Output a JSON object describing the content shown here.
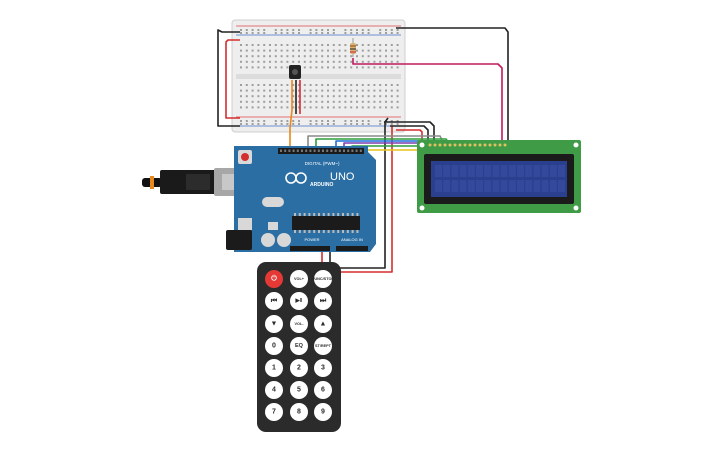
{
  "arduino": {
    "brand": "ARDUINO",
    "model": "UNO",
    "digital_label": "DIGITAL (PWM~)",
    "power_label": "POWER",
    "analog_label": "ANALOG IN",
    "board_color": "#2b6ea3"
  },
  "lcd": {
    "board_color": "#3f9b46",
    "screen_color": "#2b3f8f"
  },
  "remote": {
    "body_color": "#2b2b2b",
    "power_color": "#e53935",
    "buttons": [
      {
        "id": "power",
        "label": "⏻"
      },
      {
        "id": "vol-up",
        "label": "VOL+"
      },
      {
        "id": "func-stop",
        "label": "FUNC/STOP"
      },
      {
        "id": "prev",
        "label": "⏮"
      },
      {
        "id": "play-pause",
        "label": "▶‖"
      },
      {
        "id": "next",
        "label": "⏭"
      },
      {
        "id": "down",
        "label": "▼"
      },
      {
        "id": "vol-down",
        "label": "VOL-"
      },
      {
        "id": "up",
        "label": "▲"
      },
      {
        "id": "zero",
        "label": "0"
      },
      {
        "id": "eq",
        "label": "EQ"
      },
      {
        "id": "st-rept",
        "label": "ST/REPT"
      },
      {
        "id": "one",
        "label": "1"
      },
      {
        "id": "two",
        "label": "2"
      },
      {
        "id": "three",
        "label": "3"
      },
      {
        "id": "four",
        "label": "4"
      },
      {
        "id": "five",
        "label": "5"
      },
      {
        "id": "six",
        "label": "6"
      },
      {
        "id": "seven",
        "label": "7"
      },
      {
        "id": "eight",
        "label": "8"
      },
      {
        "id": "nine",
        "label": "9"
      }
    ]
  },
  "wire_colors": {
    "black": "#222222",
    "red": "#d32f2f",
    "magenta": "#c2185b",
    "orange": "#e6891e",
    "yellow": "#e8c31a",
    "blue": "#1e6fd9",
    "green": "#2e9d3a",
    "purple": "#7b3fb0",
    "gray": "#8a8a8a"
  }
}
